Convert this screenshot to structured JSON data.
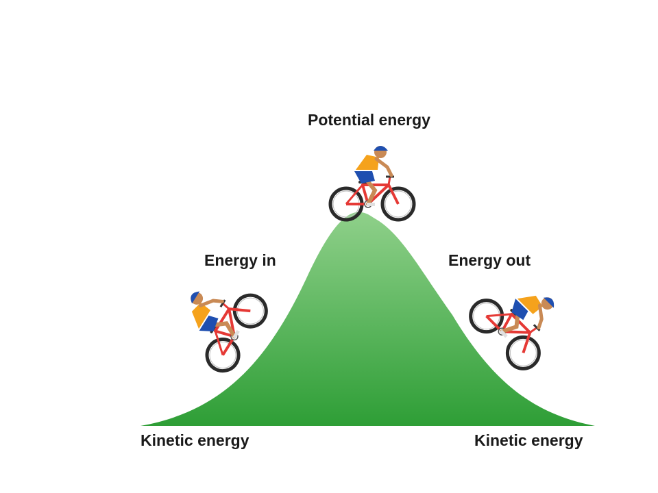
{
  "labels": {
    "top": "Potential energy",
    "left_slope": "Energy in",
    "right_slope": "Energy out",
    "bottom_left": "Kinetic energy",
    "bottom_right": "Kinetic energy"
  },
  "colors": {
    "hill_light": "#8fd08a",
    "hill_dark": "#2e9e36",
    "bike_frame": "#e53935",
    "jersey": "#f5a21c",
    "shorts": "#1f4fb0",
    "helmet": "#1f4fb0",
    "skin": "#c98a55",
    "tire": "#2a2a2a"
  },
  "icons": [
    "cyclist-uphill-icon",
    "cyclist-top-icon",
    "cyclist-downhill-icon"
  ]
}
